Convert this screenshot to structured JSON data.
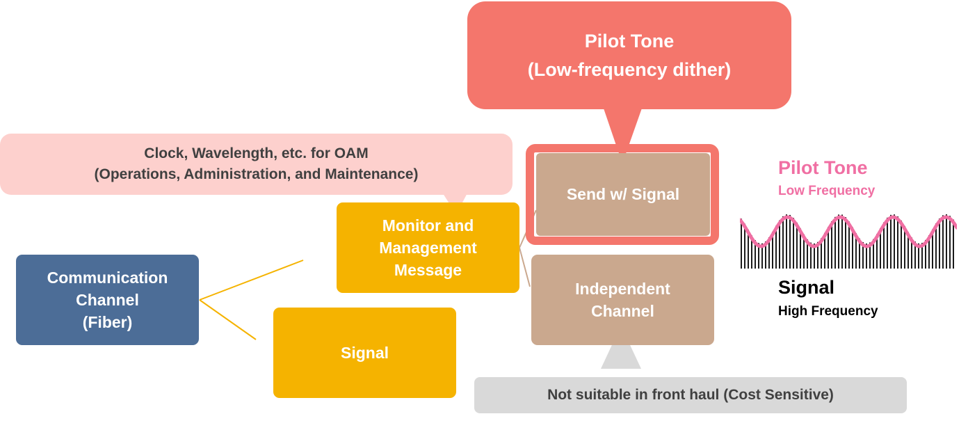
{
  "pilot_tone_callout": {
    "line1": "Pilot Tone",
    "line2": "(Low-frequency dither)"
  },
  "oam_callout": {
    "line1": "Clock, Wavelength, etc. for OAM",
    "line2": "(Operations, Administration, and Maintenance)"
  },
  "communication_channel": {
    "line1": "Communication",
    "line2": "Channel",
    "line3": "(Fiber)"
  },
  "monitor_message": {
    "line1": "Monitor and",
    "line2": "Management",
    "line3": "Message"
  },
  "signal_box": {
    "label": "Signal"
  },
  "send_with_signal": {
    "label": "Send w/ Signal"
  },
  "independent_channel": {
    "line1": "Independent",
    "line2": "Channel"
  },
  "cost_note": {
    "label": "Not suitable in front haul (Cost Sensitive)"
  },
  "legend": {
    "pilot_title": "Pilot Tone",
    "pilot_sub": "Low Frequency",
    "signal_title": "Signal",
    "signal_sub": "High Frequency"
  },
  "colors": {
    "pilot": "#f4766c",
    "pilot_light": "#fdd0cd",
    "channel_blue": "#4c6d97",
    "amber": "#f5b300",
    "tan": "#caa88e",
    "gray": "#d9d9d9",
    "pink_wave": "#f06fa3"
  }
}
